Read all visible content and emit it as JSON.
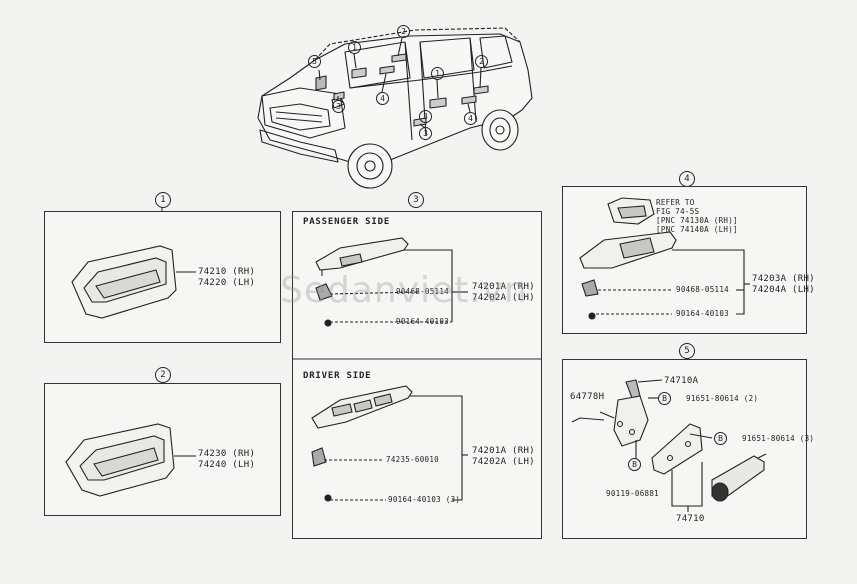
{
  "vehicle_callouts": [
    "5",
    "1",
    "2",
    "3",
    "4",
    "1",
    "2",
    "4",
    "3",
    "3"
  ],
  "panels": {
    "p1": {
      "index": "1",
      "part_rh": "74210 (RH)",
      "part_lh": "74220 (LH)"
    },
    "p2": {
      "index": "2",
      "part_rh": "74230 (RH)",
      "part_lh": "74240 (LH)"
    },
    "p3": {
      "index": "3",
      "passenger": {
        "heading": "PASSENGER SIDE",
        "screw_part": "90468-05114",
        "bolt_part": "90164-40103",
        "part_rh": "74201A (RH)",
        "part_lh": "74202A (LH)"
      },
      "driver": {
        "heading": "DRIVER SIDE",
        "clip_part": "74235-60010",
        "bolt_part": "90164-40103 (3)",
        "part_rh": "74201A (RH)",
        "part_lh": "74202A (LH)"
      }
    },
    "p4": {
      "index": "4",
      "refer_lines": [
        "REFER TO",
        "FIG 74-5S",
        "[PNC 74130A (RH)]",
        "[PNC 74140A (LH)]"
      ],
      "screw_part": "90468-05114",
      "bolt_part": "90164-40103",
      "part_rh": "74203A (RH)",
      "part_lh": "74204A (LH)"
    },
    "p5": {
      "index": "5",
      "top_part": "74710A",
      "left_part": "64778H",
      "b_marker": "B",
      "bolt_a": "91651-80614 (2)",
      "bolt_b": "91651-80614 (3)",
      "bolt_c": "90119-06881",
      "bottom_part": "74710"
    }
  },
  "watermark": "Sedanviet.vn"
}
